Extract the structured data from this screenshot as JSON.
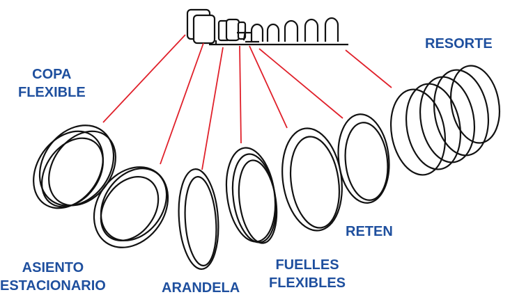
{
  "labels": {
    "copa_flexible": [
      "COPA",
      "FLEXIBLE"
    ],
    "asiento_estacionario": [
      "ASIENTO",
      "ESTACIONARIO"
    ],
    "arandela": "ARANDELA",
    "fuelles_flexibles": [
      "FUELLES",
      "FLEXIBLES"
    ],
    "reten": "RETEN",
    "resorte": "RESORTE"
  },
  "colors": {
    "label": "#1e4f9e",
    "leader_line": "#e0202a",
    "outline": "#111111",
    "background": "#ffffff"
  }
}
